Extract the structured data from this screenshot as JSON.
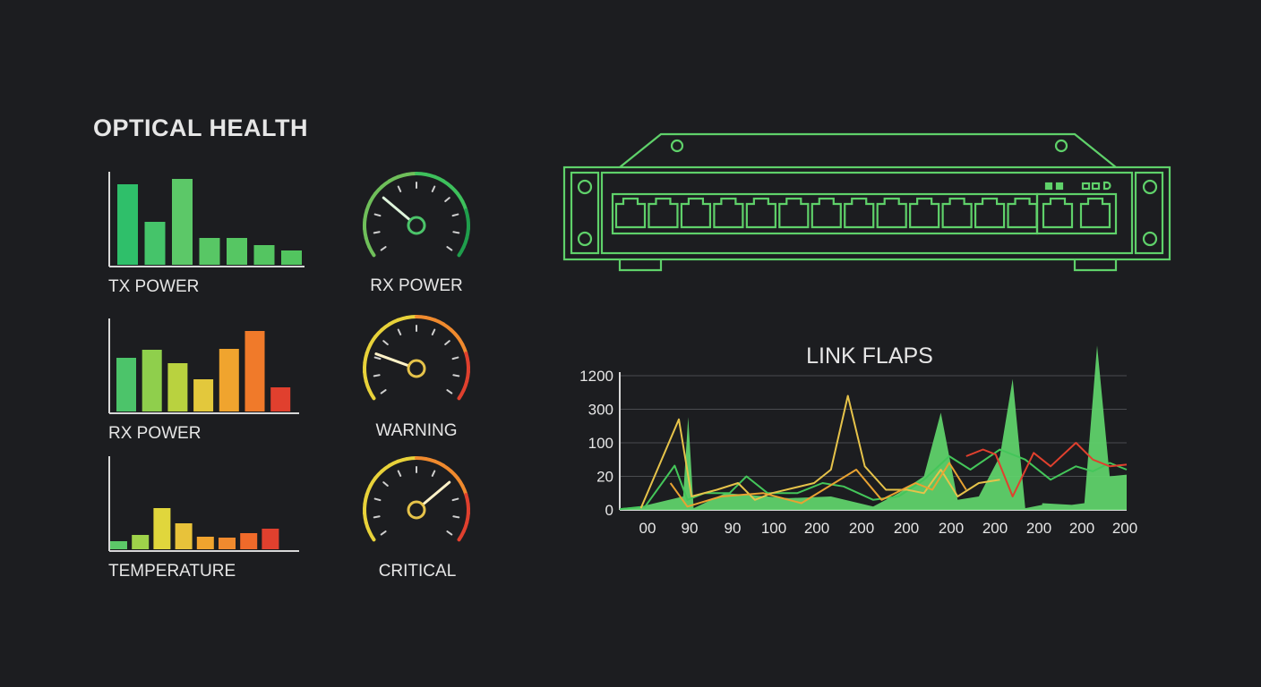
{
  "page_title": "OPTICAL HEALTH",
  "colors": {
    "background": "#1c1d20",
    "accent_green": "#5fd16a",
    "line_green": "#44c65a",
    "yellow": "#e6c34a",
    "orange": "#f08a2e",
    "red": "#e0402e",
    "axis": "#d8d8d8"
  },
  "bar_charts": [
    {
      "type": "bar",
      "label": "TX POWER",
      "values": [
        90,
        48,
        96,
        30,
        30,
        22,
        16
      ],
      "colors": [
        "#2fbf6a",
        "#45c46a",
        "#5cc868",
        "#58c765",
        "#56c663",
        "#54c561",
        "#52c45f"
      ],
      "ylim": [
        0,
        100
      ]
    },
    {
      "type": "bar",
      "label": "RX POWER",
      "values": [
        60,
        69,
        54,
        36,
        70,
        90,
        27
      ],
      "colors": [
        "#4cc46a",
        "#8fcf4c",
        "#b9d23f",
        "#e3c83c",
        "#f0a42e",
        "#f07a2a",
        "#e0402e"
      ],
      "ylim": [
        0,
        100
      ]
    },
    {
      "type": "bar",
      "label": "TEMPERATURE",
      "values": [
        9,
        16,
        46,
        29,
        14,
        13,
        18,
        23
      ],
      "colors": [
        "#5cc868",
        "#9fd24a",
        "#e0d63c",
        "#e8c23a",
        "#f0a42e",
        "#f08a2e",
        "#f06a2a",
        "#e0402e"
      ],
      "ylim": [
        0,
        100
      ]
    }
  ],
  "gauges": [
    {
      "label": "RX POWER",
      "value": 0.3,
      "scheme": "green"
    },
    {
      "label": "WARNING",
      "value": 0.22,
      "scheme": "warm"
    },
    {
      "label": "CRITICAL",
      "value": 0.7,
      "scheme": "warm"
    }
  ],
  "device": {
    "icon": "network-switch-icon",
    "port_count": 13,
    "sfp_count": 2
  },
  "chart_data": {
    "type": "line",
    "title": "LINK FLAPS",
    "y_tick_labels": [
      "0",
      "20",
      "100",
      "300",
      "1200"
    ],
    "x_tick_labels": [
      "00",
      "90",
      "90",
      "100",
      "200",
      "200",
      "200",
      "200",
      "200",
      "200",
      "200",
      "200"
    ],
    "ylim": [
      0,
      4
    ],
    "grid": true,
    "series": [
      {
        "style": "area",
        "color": "#5fd16a",
        "points": [
          [
            0,
            0.05
          ],
          [
            0.5,
            0.1
          ],
          [
            1.5,
            0.4
          ],
          [
            1.62,
            2.77
          ],
          [
            1.75,
            0.05
          ],
          [
            2.5,
            0.5
          ],
          [
            4,
            0.35
          ],
          [
            5,
            0.4
          ],
          [
            6,
            0.1
          ],
          [
            6.6,
            0.5
          ],
          [
            7.2,
            1.0
          ],
          [
            7.6,
            2.9
          ],
          [
            8,
            0.3
          ],
          [
            8.5,
            0.4
          ],
          [
            9,
            1.6
          ],
          [
            9.3,
            3.9
          ],
          [
            9.6,
            0.05
          ],
          [
            10,
            0.15
          ],
          [
            10,
            0.2
          ],
          [
            10.7,
            0.15
          ],
          [
            11,
            0.2
          ],
          [
            11.3,
            4.9
          ],
          [
            11.6,
            1.0
          ],
          [
            12,
            1.05
          ]
        ]
      },
      {
        "style": "line",
        "color": "#44c65a",
        "points": [
          [
            0,
            0.02
          ],
          [
            0.6,
            0.1
          ],
          [
            1.3,
            1.32
          ],
          [
            1.6,
            0.3
          ],
          [
            2,
            0.5
          ],
          [
            2.6,
            0.5
          ],
          [
            3,
            1.0
          ],
          [
            3.5,
            0.5
          ],
          [
            4.2,
            0.5
          ],
          [
            4.8,
            0.8
          ],
          [
            5.3,
            0.7
          ],
          [
            6,
            0.3
          ],
          [
            6.6,
            0.4
          ],
          [
            7.2,
            0.9
          ],
          [
            7.8,
            1.6
          ],
          [
            8.3,
            1.2
          ],
          [
            9,
            1.8
          ],
          [
            9.6,
            1.5
          ],
          [
            10.2,
            0.9
          ],
          [
            10.8,
            1.3
          ],
          [
            11.2,
            1.15
          ],
          [
            11.6,
            1.4
          ],
          [
            12,
            1.2
          ]
        ]
      },
      {
        "style": "line",
        "color": "#e6c34a",
        "points": [
          [
            0.5,
            0.05
          ],
          [
            1.4,
            2.7
          ],
          [
            1.7,
            0.4
          ],
          [
            2.3,
            0.6
          ],
          [
            2.8,
            0.8
          ],
          [
            3.2,
            0.3
          ],
          [
            3.6,
            0.5
          ],
          [
            4.6,
            0.8
          ],
          [
            5,
            1.2
          ],
          [
            5.4,
            3.4
          ],
          [
            5.8,
            1.3
          ],
          [
            6.3,
            0.6
          ],
          [
            6.8,
            0.6
          ],
          [
            7.2,
            0.5
          ],
          [
            7.6,
            1.2
          ],
          [
            8,
            0.4
          ],
          [
            8.5,
            0.8
          ],
          [
            9,
            0.9
          ]
        ]
      },
      {
        "style": "line",
        "color": "#e8a232",
        "points": [
          [
            1.2,
            0.8
          ],
          [
            1.6,
            0.1
          ],
          [
            2.4,
            0.4
          ],
          [
            3.4,
            0.5
          ],
          [
            4.3,
            0.2
          ],
          [
            5.6,
            1.2
          ],
          [
            6.2,
            0.3
          ],
          [
            7,
            0.8
          ],
          [
            7.4,
            0.6
          ],
          [
            7.8,
            1.4
          ],
          [
            8.2,
            0.6
          ]
        ]
      },
      {
        "style": "line",
        "color": "#e0402e",
        "points": [
          [
            8.2,
            1.6
          ],
          [
            8.6,
            1.8
          ],
          [
            8.9,
            1.65
          ],
          [
            9.3,
            0.4
          ],
          [
            9.8,
            1.7
          ],
          [
            10.2,
            1.3
          ],
          [
            10.8,
            2.0
          ],
          [
            11.2,
            1.5
          ],
          [
            11.6,
            1.3
          ],
          [
            12,
            1.35
          ]
        ]
      }
    ]
  }
}
